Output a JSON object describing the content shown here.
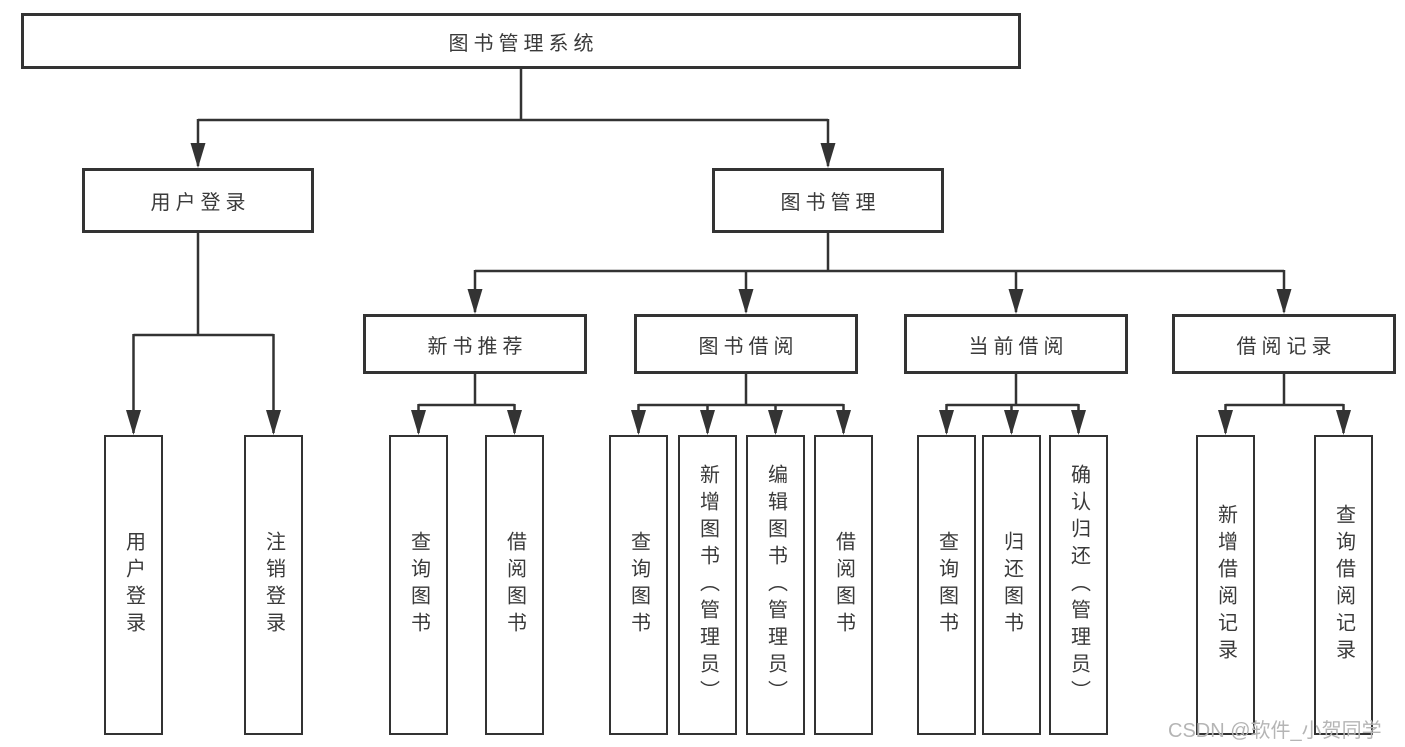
{
  "diagram_type": "hierarchy-tree",
  "colors": {
    "line": "#333333",
    "box_border": "#333333",
    "text": "#3a3a3a",
    "background": "#ffffff",
    "watermark": "#b5b5b5"
  },
  "watermark": {
    "text": "CSDN @软件_小贺同学"
  },
  "tree": {
    "label": "图书管理系统",
    "children": [
      {
        "label": "用户登录",
        "children": [
          {
            "label": "用户登录"
          },
          {
            "label": "注销登录"
          }
        ]
      },
      {
        "label": "图书管理",
        "children": [
          {
            "label": "新书推荐",
            "children": [
              {
                "label": "查询图书"
              },
              {
                "label": "借阅图书"
              }
            ]
          },
          {
            "label": "图书借阅",
            "children": [
              {
                "label": "查询图书"
              },
              {
                "label": "新增图书（管理员）"
              },
              {
                "label": "编辑图书（管理员）"
              },
              {
                "label": "借阅图书"
              }
            ]
          },
          {
            "label": "当前借阅",
            "children": [
              {
                "label": "查询图书"
              },
              {
                "label": "归还图书"
              },
              {
                "label": "确认归还（管理员）"
              }
            ]
          },
          {
            "label": "借阅记录",
            "children": [
              {
                "label": "新增借阅记录"
              },
              {
                "label": "查询借阅记录"
              }
            ]
          }
        ]
      }
    ]
  }
}
